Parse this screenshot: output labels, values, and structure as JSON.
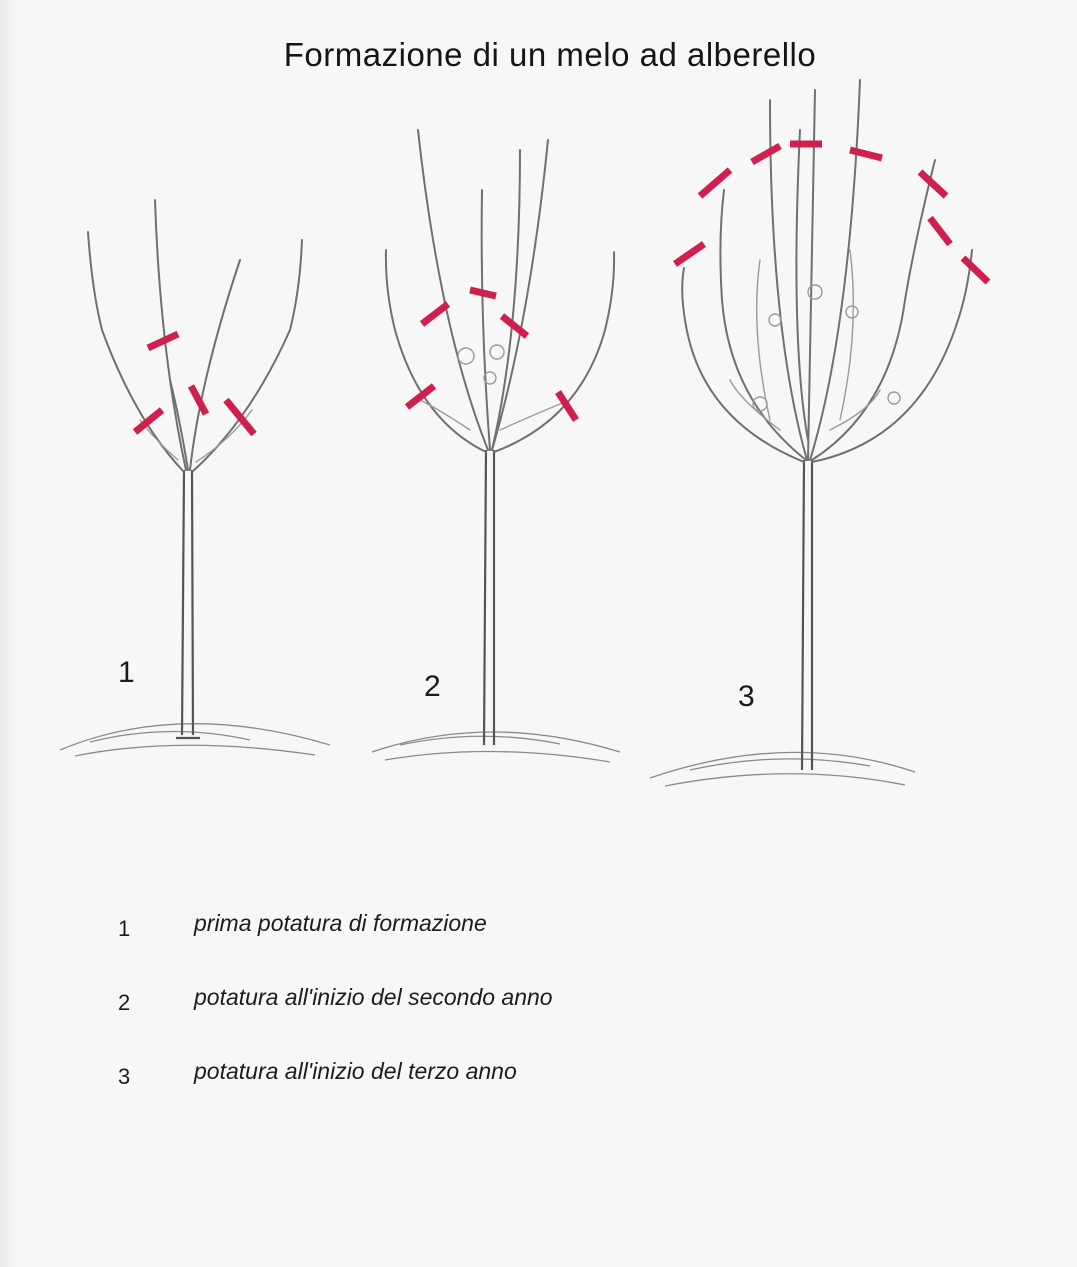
{
  "title": "Formazione di un melo ad alberello",
  "trees": [
    {
      "number": "1"
    },
    {
      "number": "2"
    },
    {
      "number": "3"
    }
  ],
  "legend": [
    {
      "number": "1",
      "text": "prima potatura di formazione"
    },
    {
      "number": "2",
      "text": "potatura all'inizio del secondo anno"
    },
    {
      "number": "3",
      "text": "potatura all'inizio del terzo anno"
    }
  ],
  "colors": {
    "cut_marks": "#cf1f4d",
    "pencil": "#707070",
    "paper": "#f7f7f7"
  }
}
